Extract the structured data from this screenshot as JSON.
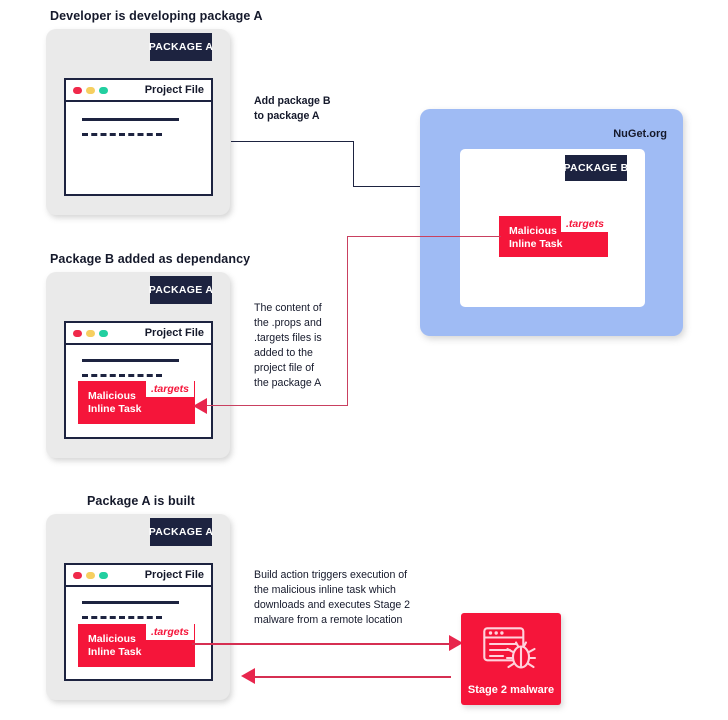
{
  "diagram": {
    "title": "NuGet malicious package supply-chain attack flow",
    "colors": {
      "navy": "#1d2340",
      "red": "#f5153a",
      "arrow_red": "#e8264d",
      "line_red": "#c94060",
      "card_grey": "#eaeaea",
      "nuget_blue": "#9fbbf4",
      "white": "#ffffff",
      "dot_red": "#f0294a",
      "dot_yellow": "#f6cf60",
      "dot_green": "#22cfa0"
    },
    "sections": [
      {
        "id": "step1",
        "heading": "Developer is developing package A"
      },
      {
        "id": "step2",
        "heading": "Package B added as dependancy"
      },
      {
        "id": "step3",
        "heading": "Package A is built"
      }
    ],
    "labels": {
      "package_a": "PACKAGE A",
      "package_b": "PACKAGE B",
      "project_file": "Project File",
      "nuget_org": "NuGet.org",
      "targets_badge": ".targets",
      "malicious_line1": "Malicious",
      "malicious_line2": "Inline Task",
      "stage2": "Stage 2 malware"
    },
    "notes": {
      "add_package": "Add package B\nto package A",
      "content_of_props": "The content of\nthe .props and\n.targets files is\nadded to the\nproject file of\nthe package A",
      "build_action": "Build action triggers execution of\nthe malicious inline task which\ndownloads and executes Stage 2\nmalware from a remote location"
    },
    "icons": {
      "window_bug": "window-bug-icon",
      "traffic_dots": [
        "dot-red-icon",
        "dot-yellow-icon",
        "dot-green-icon"
      ]
    }
  }
}
